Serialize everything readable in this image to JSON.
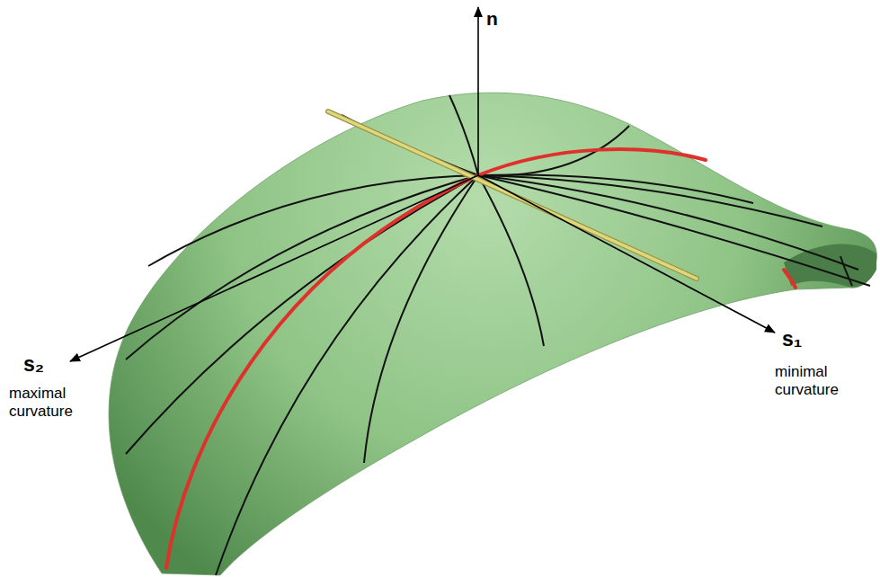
{
  "diagram": {
    "labels": [
      "n",
      "s₂",
      "maximal curvature",
      "s₁",
      "minimal curvature"
    ]
  }
}
